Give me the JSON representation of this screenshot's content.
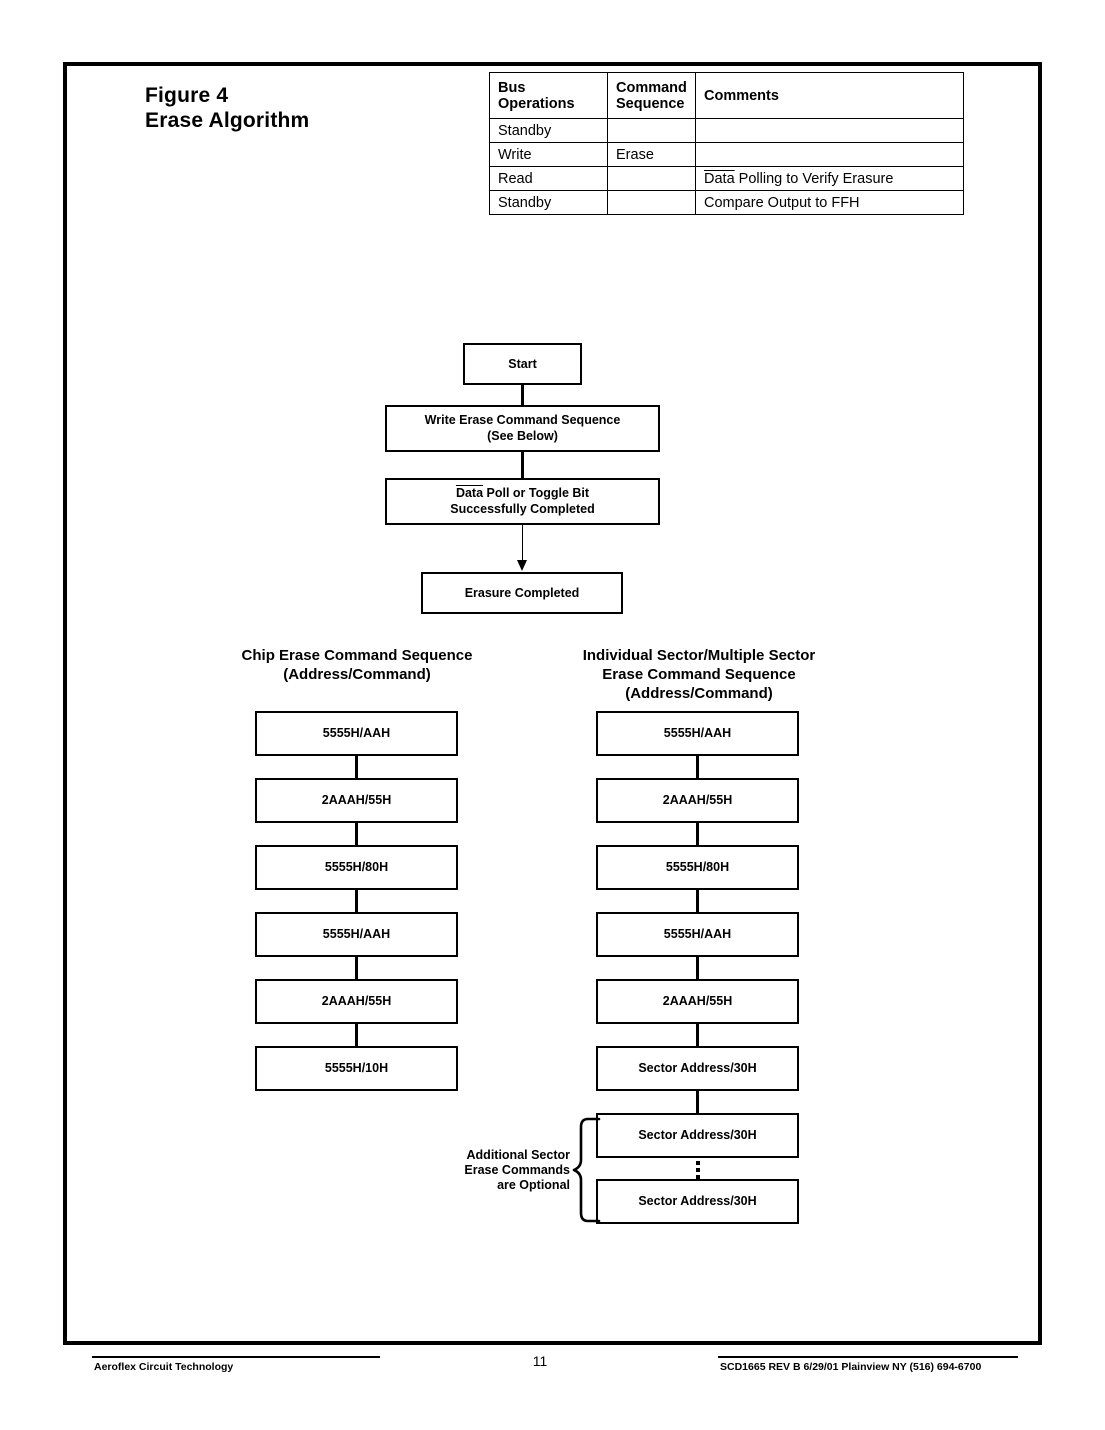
{
  "figure": {
    "label": "Figure 4",
    "name": "Erase Algorithm"
  },
  "bus_table": {
    "headers": [
      "Bus Operations",
      "Command Sequence",
      "Comments"
    ],
    "header_lines": {
      "col1_line1": "Bus",
      "col1_line2": "Operations",
      "col2_line1": "Command",
      "col2_line2": "Sequence",
      "col3_line1": "Comments"
    },
    "rows": [
      {
        "operation": "Standby",
        "command": "",
        "comment": "",
        "comment_overline": ""
      },
      {
        "operation": "Write",
        "command": "Erase",
        "comment": "",
        "comment_overline": ""
      },
      {
        "operation": "Read",
        "command": "",
        "comment_overline": "Data",
        "comment": " Polling to Verify Erasure"
      },
      {
        "operation": "Standby",
        "command": "",
        "comment": "Compare Output to FFH",
        "comment_overline": ""
      }
    ]
  },
  "flow": {
    "start": "Start",
    "write_seq_line1": "Write Erase Command Sequence",
    "write_seq_line2": "(See Below)",
    "poll_overline": "Data",
    "poll_line1_rest": " Poll or Toggle Bit",
    "poll_line2": "Successfully Completed",
    "erasure_completed": "Erasure Completed"
  },
  "chip_erase": {
    "heading_line1": "Chip Erase Command Sequence",
    "heading_line2": "(Address/Command)",
    "steps": [
      "5555H/AAH",
      "2AAAH/55H",
      "5555H/80H",
      "5555H/AAH",
      "2AAAH/55H",
      "5555H/10H"
    ]
  },
  "sector_erase": {
    "heading_line1": "Individual Sector/Multiple Sector",
    "heading_line2": "Erase Command Sequence",
    "heading_line3": "(Address/Command)",
    "steps": [
      "5555H/AAH",
      "2AAAH/55H",
      "5555H/80H",
      "5555H/AAH",
      "2AAAH/55H",
      "Sector Address/30H"
    ],
    "optional_steps": [
      "Sector Address/30H",
      "Sector Address/30H"
    ],
    "optional_note_line1": "Additional Sector",
    "optional_note_line2": "Erase Commands",
    "optional_note_line3": "are Optional"
  },
  "footer": {
    "left": "Aeroflex Circuit Technology",
    "page_number": "11",
    "right": "SCD1665 REV B  6/29/01  Plainview NY (516) 694-6700"
  },
  "colors": {
    "ink": "#000000",
    "paper": "#ffffff"
  }
}
